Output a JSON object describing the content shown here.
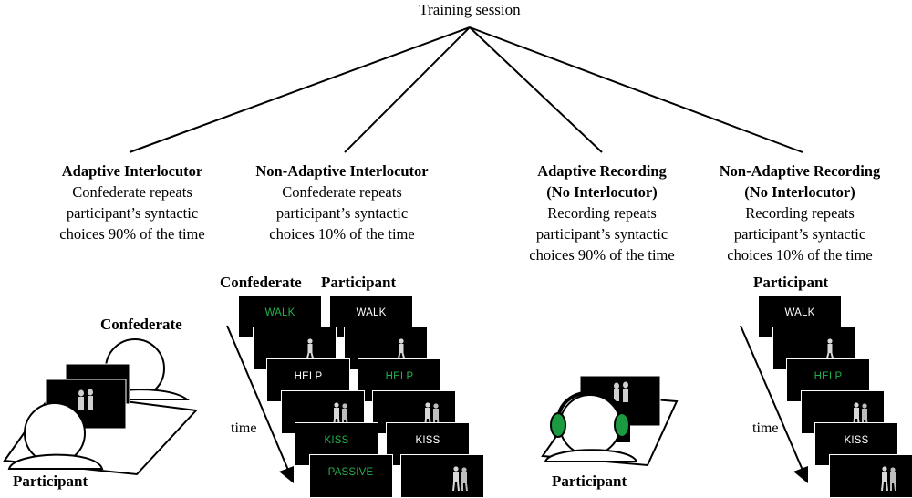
{
  "root": {
    "label": "Training session"
  },
  "conditions": [
    {
      "title": "Adaptive Interlocutor",
      "subtitle": "",
      "desc": [
        "Confederate repeats",
        "participant’s syntactic",
        "choices 90% of the time"
      ]
    },
    {
      "title": "Non-Adaptive Interlocutor",
      "subtitle": "",
      "desc": [
        "Confederate repeats",
        "participant’s syntactic",
        "choices 10% of the time"
      ]
    },
    {
      "title": "Adaptive Recording",
      "subtitle": "(No Interlocutor)",
      "desc": [
        "Recording repeats",
        "participant’s syntactic",
        "choices 90% of the time"
      ]
    },
    {
      "title": "Non-Adaptive Recording",
      "subtitle": "(No Interlocutor)",
      "desc": [
        "Recording repeats",
        "participant’s syntactic",
        "choices 10% of the time"
      ]
    }
  ],
  "labels": {
    "confederate_scene": "Confederate",
    "participant_scene1": "Participant",
    "confederate_col": "Confederate",
    "participant_col": "Participant",
    "participant_scene3": "Participant",
    "participant_col4": "Participant",
    "time1": "time",
    "time2": "time"
  },
  "sequences": {
    "confederate": [
      "WALK",
      "",
      "HELP",
      "",
      "KISS",
      "PASSIVE"
    ],
    "participant": [
      "WALK",
      "",
      "HELP",
      "",
      "KISS",
      ""
    ],
    "recording_participant": [
      "WALK",
      "",
      "HELP",
      "",
      "KISS",
      ""
    ]
  },
  "highlight": {
    "confederate": [
      true,
      false,
      false,
      false,
      true,
      true
    ],
    "participant": [
      false,
      false,
      true,
      false,
      false,
      false
    ],
    "recording_participant": [
      false,
      false,
      true,
      false,
      false,
      false
    ]
  },
  "colors": {
    "highlight": "#22b14c",
    "plain": "#ffffff",
    "headphone": "#1a9a41"
  }
}
